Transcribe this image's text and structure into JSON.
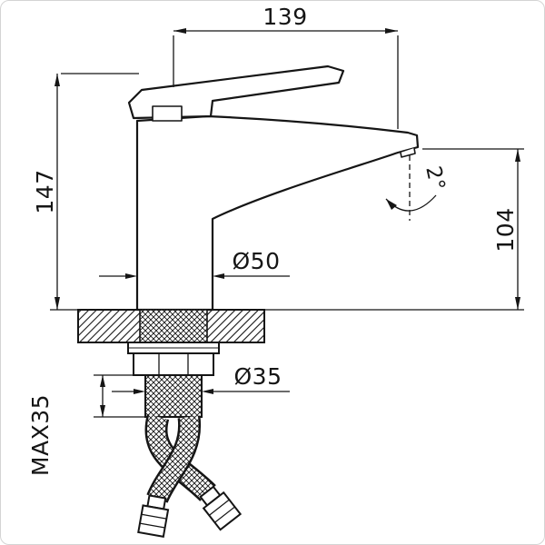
{
  "drawing": {
    "figure": "basin-faucet-dimension-drawing",
    "dims": {
      "top_width": "139",
      "height_left": "147",
      "height_right": "104",
      "body_diameter": "Ø50",
      "shank_diameter": "Ø35",
      "max_mounting_thickness": "MAX35",
      "spout_angle": "2°"
    },
    "colors": {
      "line": "#151515",
      "background": "#ffffff",
      "frame": "#d4d4d4"
    }
  }
}
